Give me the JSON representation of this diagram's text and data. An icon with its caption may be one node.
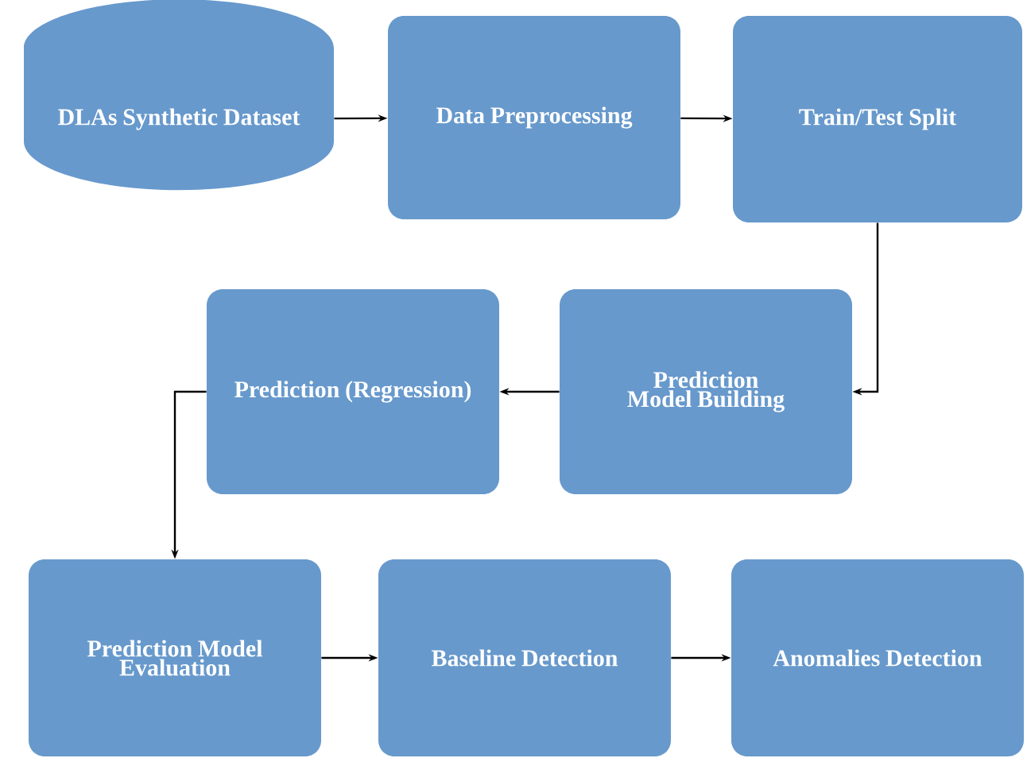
{
  "diagram": {
    "nodes": [
      {
        "text": [
          "DLAs Synthetic Dataset"
        ]
      },
      {
        "text": [
          "Data Preprocessing"
        ]
      },
      {
        "text": [
          "Train/Test Split"
        ]
      },
      {
        "text": [
          "Prediction Model Building"
        ]
      },
      {
        "text": [
          "Prediction (Regression)"
        ]
      },
      {
        "text": [
          "Prediction Model Evaluation"
        ]
      },
      {
        "text": [
          "Baseline Detection"
        ]
      },
      {
        "text": [
          "Anomalies Detection"
        ]
      }
    ],
    "edges": [
      {
        "from": 0,
        "to": 1,
        "arrow": "to"
      },
      {
        "from": 1,
        "to": 2,
        "arrow": "to"
      },
      {
        "from": 2,
        "to": 3,
        "arrow": "to"
      },
      {
        "from": 3,
        "to": 4,
        "arrow": "to"
      },
      {
        "from": 4,
        "to": 5,
        "arrow": "to"
      },
      {
        "from": 5,
        "to": 6,
        "arrow": "to"
      },
      {
        "from": 6,
        "to": 7,
        "arrow": "to"
      }
    ]
  }
}
